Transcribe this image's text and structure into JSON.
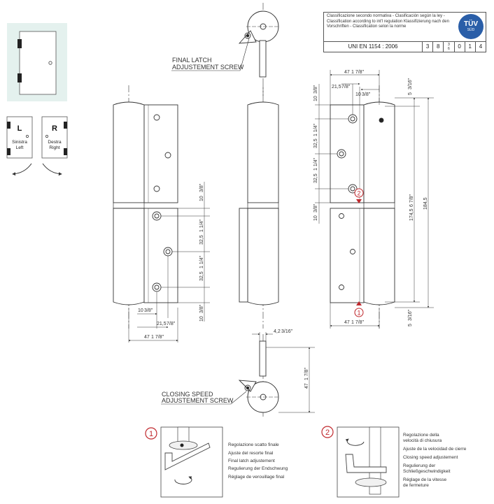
{
  "classification": {
    "text": "Classificazione secondo normativa - Clasificación según la ley - Classification according to int'l regulation Klassifizierung nach den Vorschriften - Classification selon la norme",
    "tuv": "TÜV",
    "tuv_sub": "SÜD",
    "standard": "UNI EN 1154 : 2006",
    "digits": [
      "3",
      "8",
      "0",
      "1",
      "4"
    ],
    "frac_top": "3",
    "frac_bottom": "6"
  },
  "hand": {
    "left_letter": "L",
    "left_label": "Sinistra\nLeft",
    "left_line1": "Sinistra",
    "left_line2": "Left",
    "right_letter": "R",
    "right_line1": "Destra",
    "right_line2": "Right"
  },
  "labels": {
    "final_latch_1": "FINAL LATCH",
    "final_latch_2": "ADJUSTEMENT SCREW",
    "closing_speed_1": "CLOSING SPEED",
    "closing_speed_2": "ADJUSTEMENT SCREW"
  },
  "dims": {
    "d47": "47",
    "d47i": "1 7/8\"",
    "d21": "21,5",
    "d21i": "7/8\"",
    "d10": "10",
    "d10i": "3/8\"",
    "d32": "32,5",
    "d32i": "1 1/4\"",
    "d174": "174,5",
    "d174i": "6 7/8\"",
    "d184": "184,5",
    "d5": "5",
    "d5i": "3/16\"",
    "d42": "4,2",
    "d42i": "3/16\"",
    "d47v": "47",
    "d47vi": "1 7/8\""
  },
  "markers": {
    "one": "1",
    "two": "2"
  },
  "instr1": {
    "num": "1",
    "lines": [
      "Regolazione scatto finale",
      "Ajuste del resorte final",
      "Final latch adjustement",
      "Regulierung der Endschwung",
      "Réglage de verouillage final"
    ]
  },
  "instr2": {
    "num": "2",
    "lines": [
      "Regolazione della",
      "velocità di chiusura",
      "Ajuste de la velocidad de cierre",
      "Closing speed adjustement",
      "Regulierung der",
      "Schließgeschwindigkeit",
      "Réglage de la vitesse",
      "de fermeture"
    ]
  }
}
